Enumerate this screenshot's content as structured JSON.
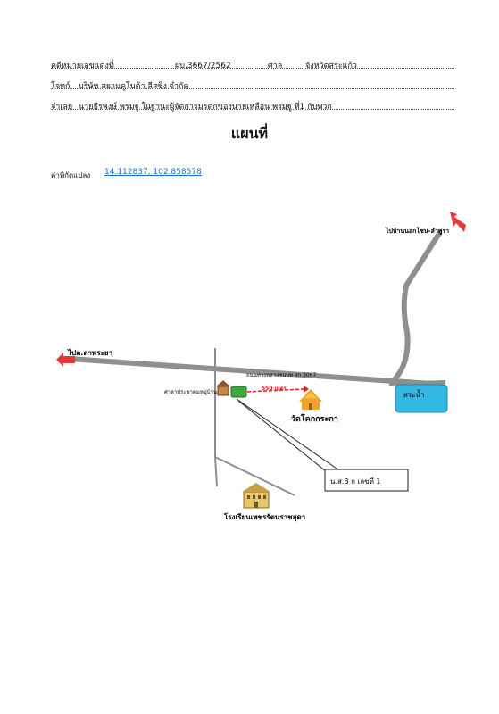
{
  "header": {
    "case_label": "คดีหมายเลขแดงที่",
    "case_number": "ผบ.3667/2562",
    "court_label": "ศาล",
    "court_value": "จังหวัดสระแก้ว",
    "plaintiff_label": "โจทก์",
    "plaintiff_value": "บริษัท สยามคูโบต้า ลีสซิ่ง จำกัด",
    "defendant_label": "จำเลย",
    "defendant_value": "นายธีรพงษ์ พรมฐู ในฐานะผู้จัดการมรดกของนายเหลือน พรมฐู ที่1 กับพวก"
  },
  "title": "แผนที่",
  "coordinates": {
    "label": "ค่าพิกัดแปลง",
    "value": "14.112837, 102.858578"
  },
  "map": {
    "to_top_right": "ไปบ้านนอกโซน-ลำพูรา",
    "to_left": "ไปต.ตาพระยา",
    "road_label": "ถนนทางหลวงชนบท สก 3067",
    "shelter_label": "ศาลาประชาคมหมู่บ้าน",
    "distance_label": "550 เมตร",
    "temple_label": "วัดโคกกระกา",
    "pond_label": "สระน้ำ",
    "parcel_label": "น.ส.3 ก เลขที่ 1",
    "school_label": "โรงเรียนเพชรรัตนราชสุดา"
  },
  "colors": {
    "road": "#8f8f8f",
    "arrow": "#e53a3a",
    "pond": "#35b8e2",
    "parcel": "#3fa83c",
    "distance": "#e02020",
    "link": "#1a6fd1"
  }
}
